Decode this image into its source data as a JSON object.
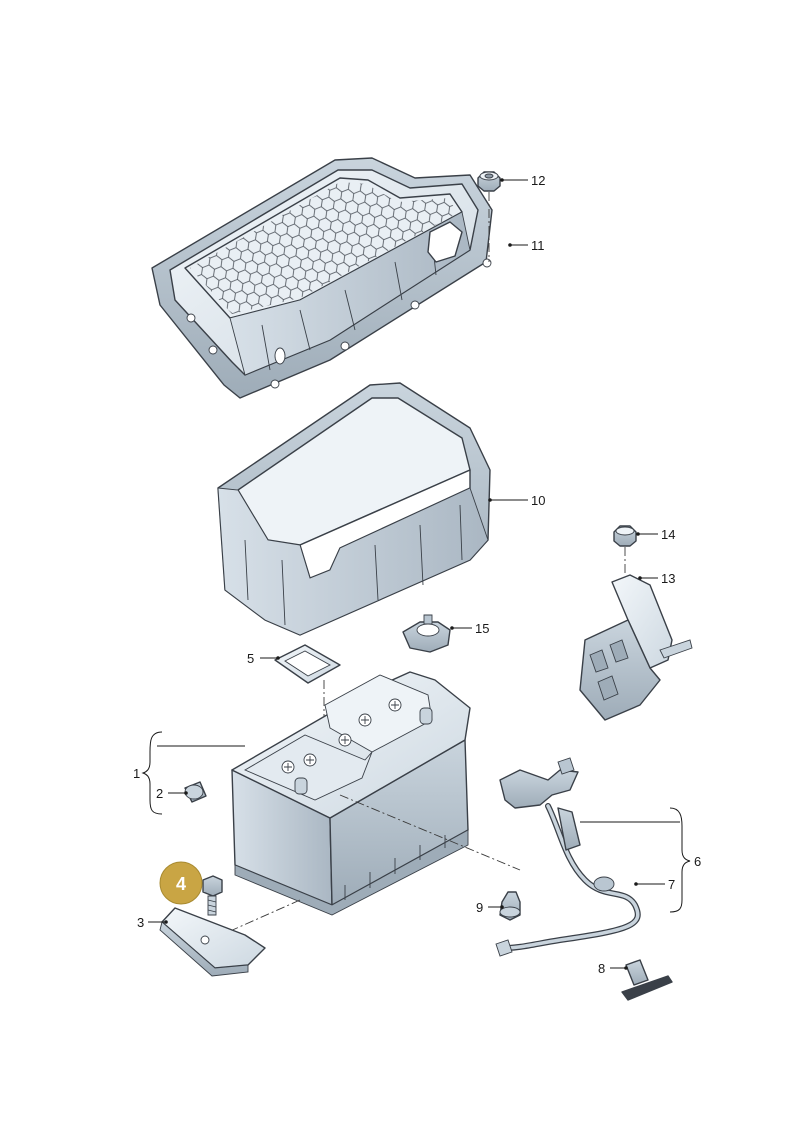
{
  "colors": {
    "background": "#ffffff",
    "part_fill": "#dfe7ee",
    "part_shade": "#b9c6d1",
    "part_dark": "#8e9aa6",
    "outline": "#3a4048",
    "highlight_badge": "#c9a544",
    "line": "#1a1a1a"
  },
  "highlighted_part": "4",
  "callouts": [
    {
      "id": "1",
      "label": "1"
    },
    {
      "id": "2",
      "label": "2"
    },
    {
      "id": "3",
      "label": "3"
    },
    {
      "id": "4",
      "label": "4"
    },
    {
      "id": "5",
      "label": "5"
    },
    {
      "id": "6",
      "label": "6"
    },
    {
      "id": "7",
      "label": "7"
    },
    {
      "id": "8",
      "label": "8"
    },
    {
      "id": "9",
      "label": "9"
    },
    {
      "id": "10",
      "label": "10"
    },
    {
      "id": "11",
      "label": "11"
    },
    {
      "id": "12",
      "label": "12"
    },
    {
      "id": "13",
      "label": "13"
    },
    {
      "id": "14",
      "label": "14"
    },
    {
      "id": "15",
      "label": "15"
    }
  ]
}
